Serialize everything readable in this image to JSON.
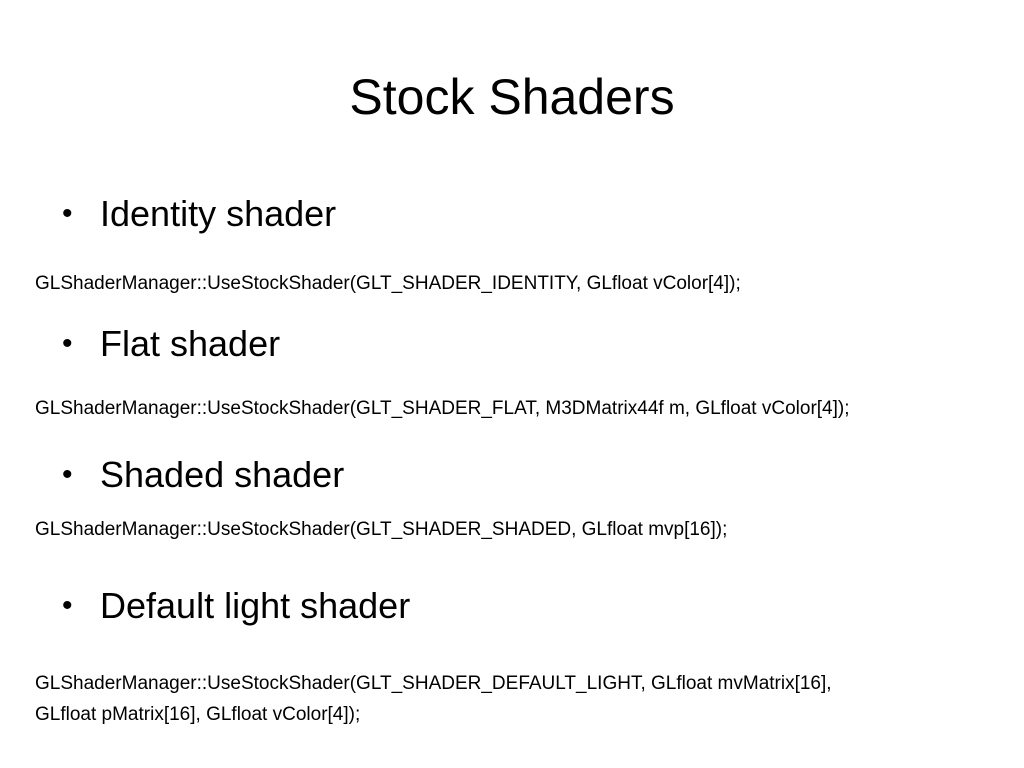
{
  "slide": {
    "title": "Stock Shaders",
    "bullet_glyph": "•",
    "items": [
      {
        "heading": "Identity shader",
        "code": "GLShaderManager::UseStockShader(GLT_SHADER_IDENTITY, GLfloat vColor[4]);"
      },
      {
        "heading": "Flat shader",
        "code": "GLShaderManager::UseStockShader(GLT_SHADER_FLAT, M3DMatrix44f m, GLfloat vColor[4]);"
      },
      {
        "heading": "Shaded shader",
        "code": "GLShaderManager::UseStockShader(GLT_SHADER_SHADED, GLfloat mvp[16]);"
      },
      {
        "heading": "Default light shader",
        "code_line1": "GLShaderManager::UseStockShader(GLT_SHADER_DEFAULT_LIGHT, GLfloat mvMatrix[16],",
        "code_line2": "GLfloat pMatrix[16], GLfloat vColor[4]);"
      }
    ]
  }
}
